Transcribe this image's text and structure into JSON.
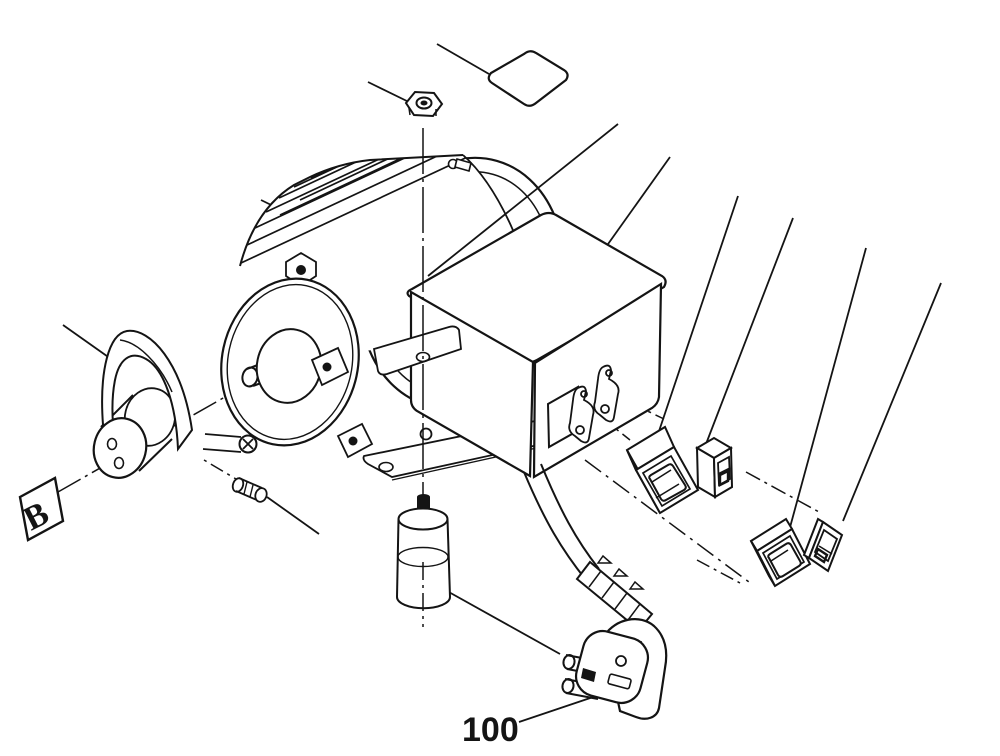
{
  "figure": {
    "type": "exploded-parts-diagram",
    "subject": "electric-motor-assembly",
    "background_color": "#ffffff",
    "line_color": "#141414",
    "callouts": {
      "b_label": "B",
      "plug_label": "100"
    },
    "parts": [
      "hex-nut",
      "cover-plate",
      "fan-cover",
      "motor-fin-body",
      "front-bell",
      "shaft",
      "terminal-box",
      "contact-clips",
      "mounting-flange",
      "base-plate",
      "lock-handle",
      "key-pin",
      "capacitor",
      "rocker-switch-large",
      "toggle-switch-small",
      "rocker-switch-flat",
      "slide-switch-flat",
      "power-cable",
      "strain-relief",
      "power-plug"
    ]
  }
}
